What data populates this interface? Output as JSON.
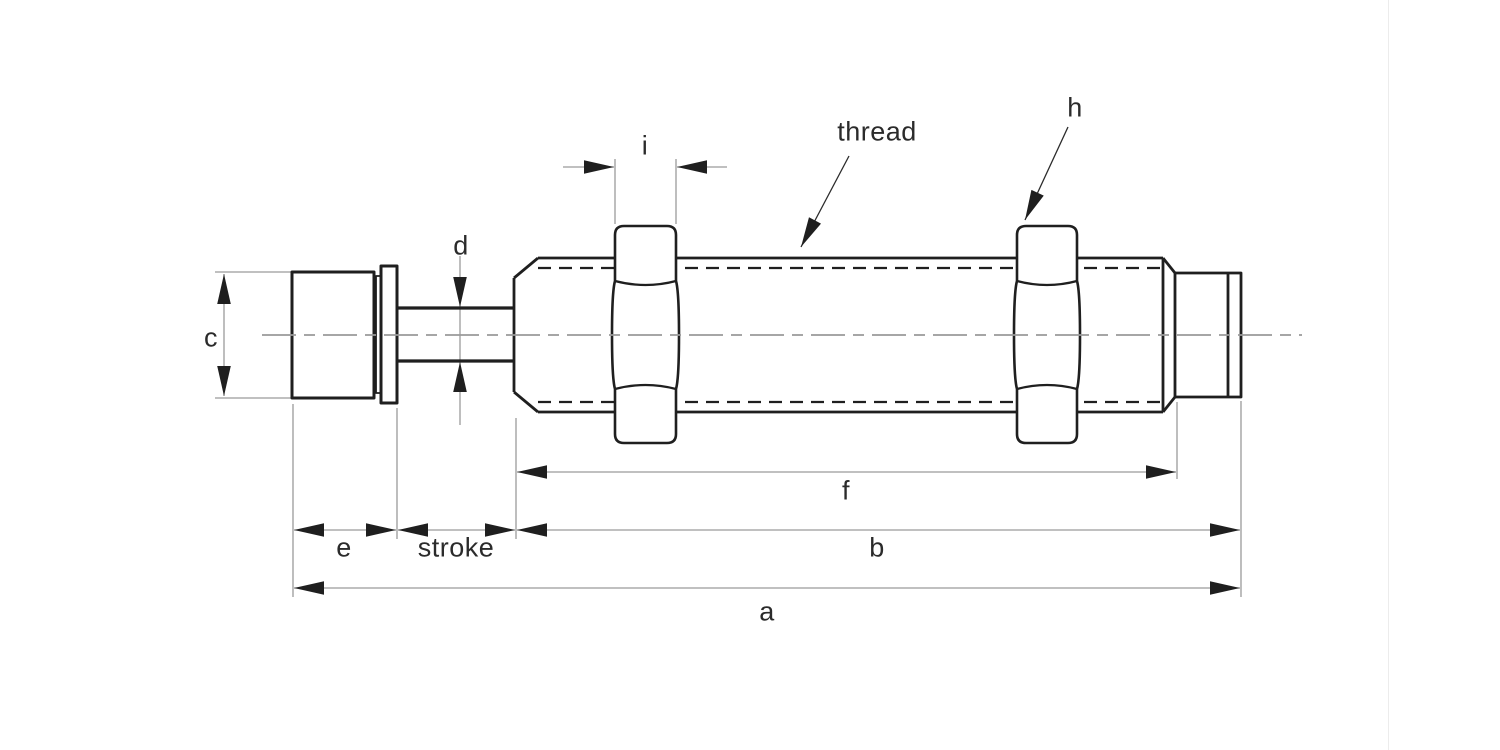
{
  "diagram": {
    "title": "shock absorber dimensional drawing",
    "labels": {
      "a": "a",
      "b": "b",
      "c": "c",
      "d": "d",
      "e": "e",
      "f": "f",
      "h": "h",
      "i": "i",
      "stroke": "stroke",
      "thread": "thread"
    },
    "colors": {
      "background": "#ffffff",
      "outline": "#1f1f1f",
      "dimension_line": "#9a9a9a",
      "arrow": "#1f1f1f",
      "text": "#2b2b2b",
      "page_edge": "#ececec"
    }
  }
}
